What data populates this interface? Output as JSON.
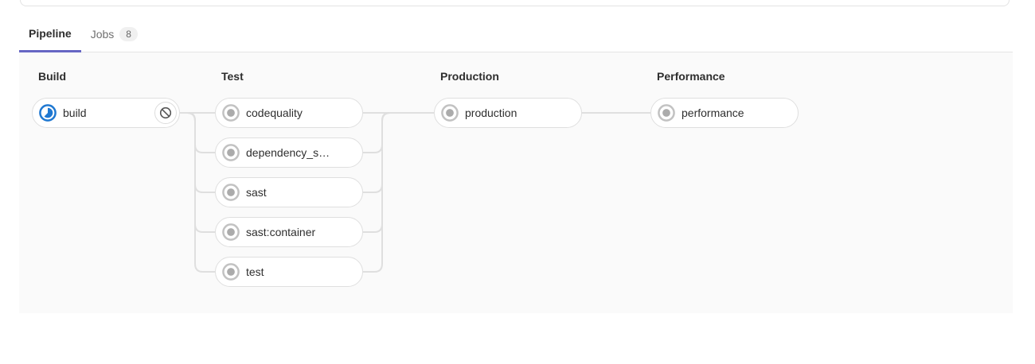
{
  "tabs": {
    "items": [
      {
        "label": "Pipeline",
        "active": true
      },
      {
        "label": "Jobs",
        "badge": "8",
        "active": false
      }
    ]
  },
  "colors": {
    "accent_indigo": "#6666c4",
    "running_blue": "#1f78d1",
    "created_gray": "#ababab",
    "connector_gray": "#dfdfdf",
    "graph_background": "#fafafa"
  },
  "icons": {
    "running": "running-status-icon",
    "created": "created-status-icon",
    "cancel": "cancel-ban-icon"
  },
  "pipeline": {
    "stages": [
      {
        "name": "Build",
        "jobs": [
          {
            "name": "build",
            "status": "running",
            "action": "cancel"
          }
        ]
      },
      {
        "name": "Test",
        "jobs": [
          {
            "name": "codequality",
            "status": "created"
          },
          {
            "name": "dependency_s…",
            "status": "created"
          },
          {
            "name": "sast",
            "status": "created"
          },
          {
            "name": "sast:container",
            "status": "created"
          },
          {
            "name": "test",
            "status": "created"
          }
        ]
      },
      {
        "name": "Production",
        "jobs": [
          {
            "name": "production",
            "status": "created"
          }
        ]
      },
      {
        "name": "Performance",
        "jobs": [
          {
            "name": "performance",
            "status": "created"
          }
        ]
      }
    ]
  }
}
